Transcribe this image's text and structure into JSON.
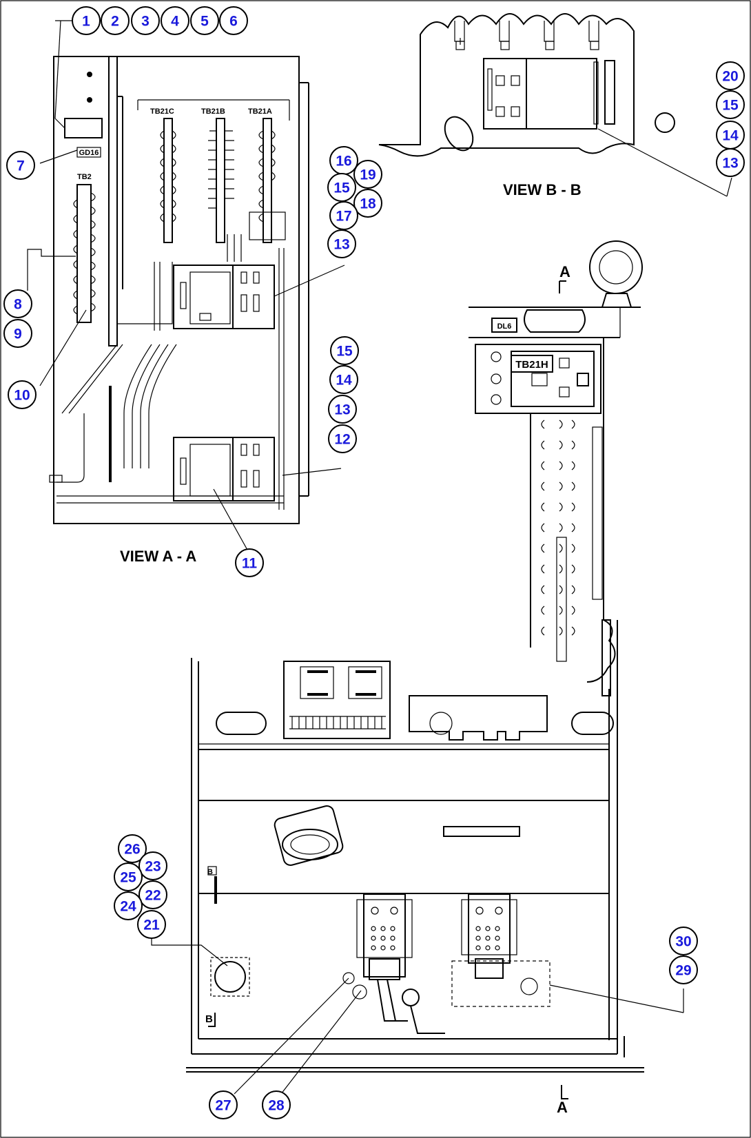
{
  "views": {
    "view_a": "VIEW A - A",
    "view_b": "VIEW B - B"
  },
  "terminal_labels": {
    "tb21c": "TB21C",
    "tb21b": "TB21B",
    "tb21a": "TB21A",
    "tb2": "TB2",
    "tb21h": "TB21H",
    "dl6": "DL6",
    "gd16": "GD16"
  },
  "section_markers": {
    "a_top": "A",
    "a_bottom": "A",
    "b_upper": "B",
    "b_lower": "B"
  },
  "callouts": [
    "1",
    "2",
    "3",
    "4",
    "5",
    "6",
    "7",
    "8",
    "9",
    "10",
    "11",
    "12",
    "13",
    "14",
    "15",
    "16",
    "17",
    "18",
    "19",
    "13",
    "14",
    "15",
    "20",
    "15",
    "14",
    "13",
    "26",
    "23",
    "25",
    "22",
    "24",
    "21",
    "30",
    "29",
    "27",
    "28"
  ]
}
